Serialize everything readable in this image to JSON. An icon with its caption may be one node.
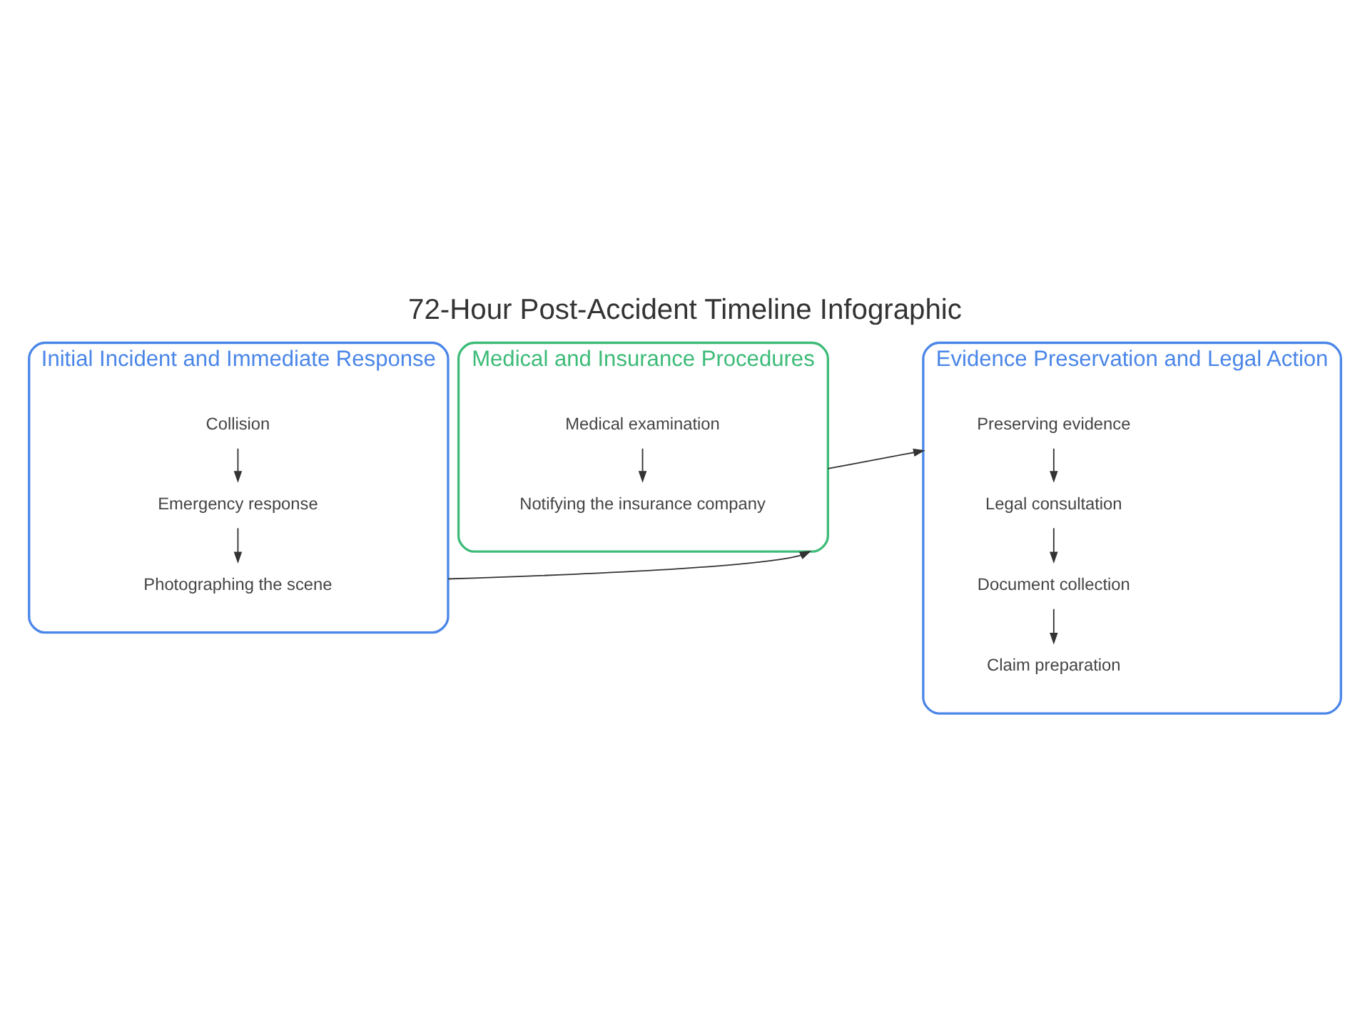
{
  "diagram": {
    "title": "72-Hour Post-Accident Timeline Infographic",
    "nodes": [
      {
        "text": [
          "Initial Incident and Immediate Response"
        ]
      },
      {
        "text": [
          "Collision"
        ],
        "in": 0
      },
      {
        "text": [
          "Emergency response"
        ],
        "in": 0
      },
      {
        "text": [
          "Photographing the scene"
        ],
        "in": 0
      },
      {
        "text": [
          "Medical and Insurance Procedures"
        ]
      },
      {
        "text": [
          "Medical examination"
        ],
        "in": 4
      },
      {
        "text": [
          "Notifying the insurance company"
        ],
        "in": 4
      },
      {
        "text": [
          "Evidence Preservation and Legal Action"
        ]
      },
      {
        "text": [
          "Preserving evidence"
        ],
        "in": 7
      },
      {
        "text": [
          "Legal consultation"
        ],
        "in": 7
      },
      {
        "text": [
          "Document collection"
        ],
        "in": 7
      },
      {
        "text": [
          "Claim preparation"
        ],
        "in": 7
      }
    ],
    "edges": [
      {
        "from": 1,
        "to": 2,
        "arrow": "to"
      },
      {
        "from": 2,
        "to": 3,
        "arrow": "to"
      },
      {
        "from": 0,
        "to": 4,
        "arrow": "to"
      },
      {
        "from": 5,
        "to": 6,
        "arrow": "to"
      },
      {
        "from": 4,
        "to": 7,
        "arrow": "to"
      },
      {
        "from": 8,
        "to": 9,
        "arrow": "to"
      },
      {
        "from": 9,
        "to": 10,
        "arrow": "to"
      },
      {
        "from": 10,
        "to": 11,
        "arrow": "to"
      }
    ]
  }
}
